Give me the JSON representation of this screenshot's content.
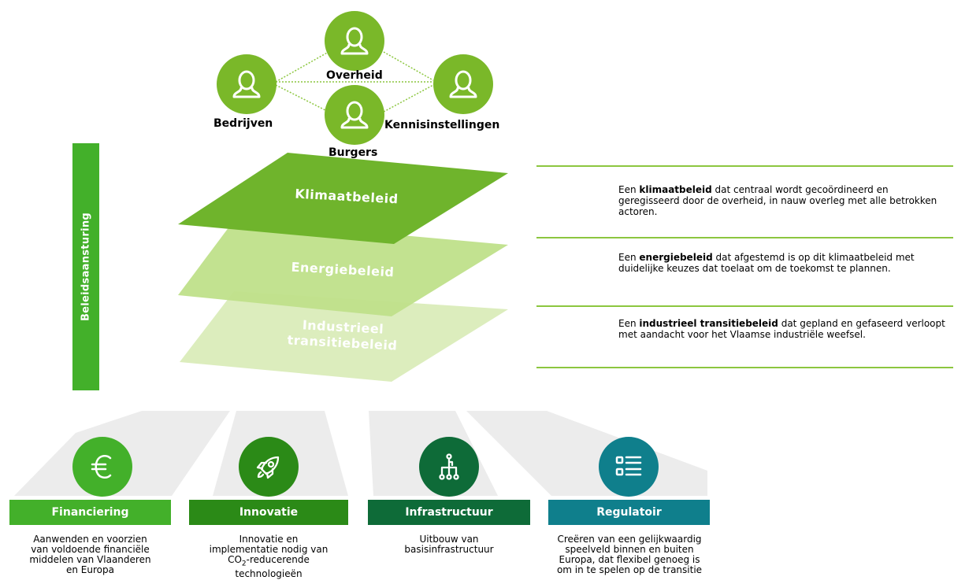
{
  "actors": [
    {
      "key": "overheid",
      "label": "Overheid",
      "icon": "person-icon"
    },
    {
      "key": "bedrijven",
      "label": "Bedrijven",
      "icon": "person-icon"
    },
    {
      "key": "kennisinstellingen",
      "label": "Kennisinstellingen",
      "icon": "person-icon"
    },
    {
      "key": "burgers",
      "label": "Burgers",
      "icon": "person-icon"
    }
  ],
  "side_bar": {
    "label": "Beleidsaansturing",
    "color": "#43b02a"
  },
  "layers": [
    {
      "label_line1": "Klimaatbeleid",
      "label_line2": "",
      "color": "#6fb42c"
    },
    {
      "label_line1": "Energiebeleid",
      "label_line2": "",
      "color": "#bfe08a"
    },
    {
      "label_line1": "Industrieel",
      "label_line2": "transitiebeleid",
      "color": "#dcedbd"
    }
  ],
  "descriptions": [
    {
      "prefix": "Een ",
      "bold": "klimaatbeleid",
      "rest": " dat centraal wordt gecoördineerd en geregisseerd door de overheid, in nauw overleg met alle betrokken actoren."
    },
    {
      "prefix": "Een ",
      "bold": "energiebeleid",
      "rest": " dat afgestemd is op dit klimaatbeleid met duidelijke keuzes dat toelaat om de toekomst te plannen."
    },
    {
      "prefix": "Een ",
      "bold": "industrieel transitiebeleid",
      "rest": " dat gepland en gefaseerd verloopt met aandacht voor het Vlaamse industriële weefsel."
    }
  ],
  "pillars": [
    {
      "title": "Financiering",
      "icon": "euro-icon",
      "color": "#43b02a",
      "text_line1": "Aanwenden en voorzien",
      "text_line2": "van voldoende financiële",
      "text_line3": "middelen van Vlaanderen",
      "text_line4": "en Europa"
    },
    {
      "title": "Innovatie",
      "icon": "rocket-icon",
      "color": "#2b8a17",
      "text_line1": "Innovatie en",
      "text_line2": "implementatie nodig van",
      "text_line3_pre": "CO",
      "text_line3_sub": "2",
      "text_line3_post": "-reducerende",
      "text_line4": "technologieën"
    },
    {
      "title": "Infrastructuur",
      "icon": "network-icon",
      "color": "#0e6b38",
      "text_line1": "Uitbouw van",
      "text_line2": "basisinfrastructuur"
    },
    {
      "title": "Regulatoir",
      "icon": "checklist-icon",
      "color": "#0f7f8c",
      "text_line1": "Creëren van een gelijkwaardig",
      "text_line2": "speelveld binnen en buiten",
      "text_line3": "Europa, dat flexibel genoeg is",
      "text_line4": "om in te spelen op de transitie"
    }
  ]
}
